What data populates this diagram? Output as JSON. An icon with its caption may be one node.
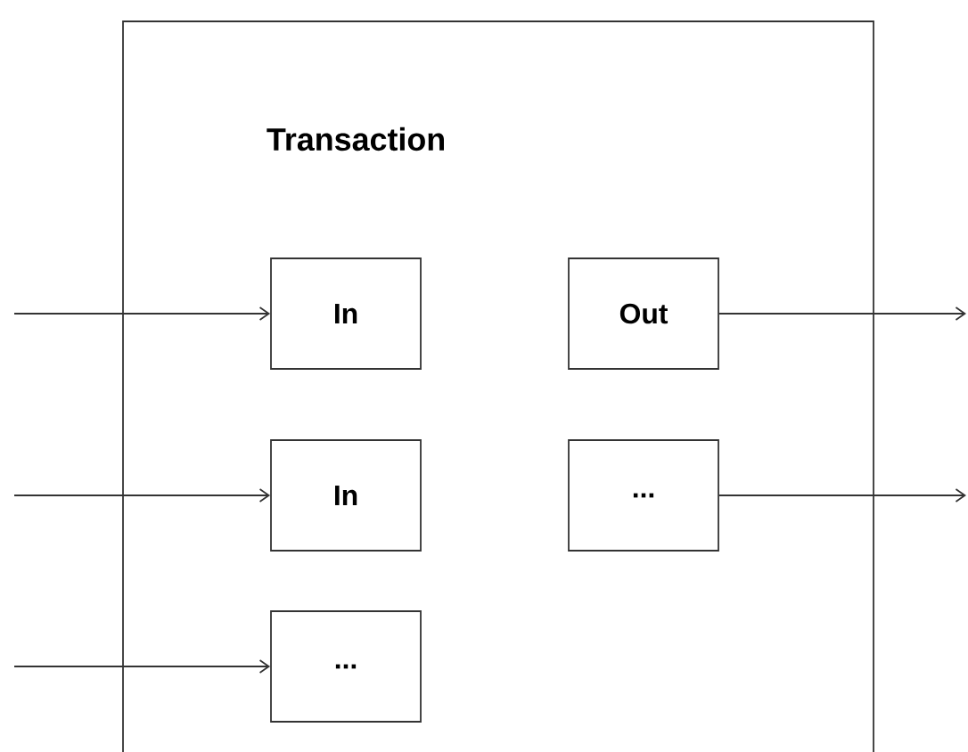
{
  "diagram": {
    "nodes": [
      {
        "text": [
          "Transaction"
        ]
      },
      {
        "text": [
          "In"
        ],
        "in": 0
      },
      {
        "text": [
          "Out"
        ],
        "in": 0
      },
      {
        "text": [
          "In"
        ],
        "in": 0
      },
      {
        "text": [
          "..."
        ],
        "in": 0
      },
      {
        "text": [
          "..."
        ],
        "in": 0
      }
    ],
    "edges": [
      {
        "from": null,
        "to": 1,
        "arrow": "to"
      },
      {
        "from": 2,
        "to": null,
        "arrow": "to"
      },
      {
        "from": null,
        "to": 3,
        "arrow": "to"
      },
      {
        "from": 4,
        "to": null,
        "arrow": "to"
      },
      {
        "from": null,
        "to": 5,
        "arrow": "to"
      }
    ]
  }
}
